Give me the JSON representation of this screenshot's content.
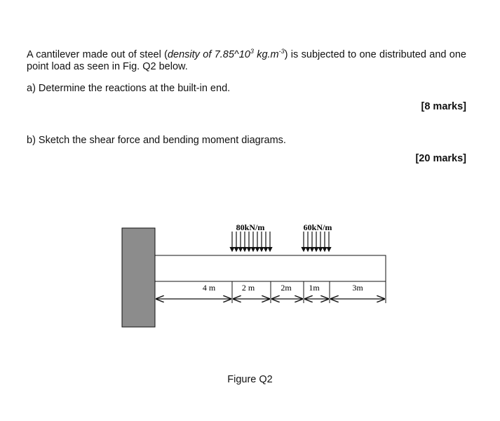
{
  "question": {
    "intro_before": "A cantilever made out of steel (",
    "density_label": "density of 7.85^10",
    "density_exp1": "3",
    "density_unit": " kg.m",
    "density_exp2": "-3",
    "intro_after": ") is subjected to one distributed and one point load as seen in Fig. Q2 below.",
    "part_a": "a) Determine the reactions at the built-in end.",
    "marks_a": "[8 marks]",
    "part_b": "b) Sketch the shear force and bending moment diagrams.",
    "marks_b": "[20 marks]"
  },
  "figure": {
    "load1_label": "80kN/m",
    "load2_label": "60kN/m",
    "dims": [
      "4 m",
      "2 m",
      "2m",
      "1m",
      "3m"
    ],
    "caption": "Figure Q2"
  }
}
